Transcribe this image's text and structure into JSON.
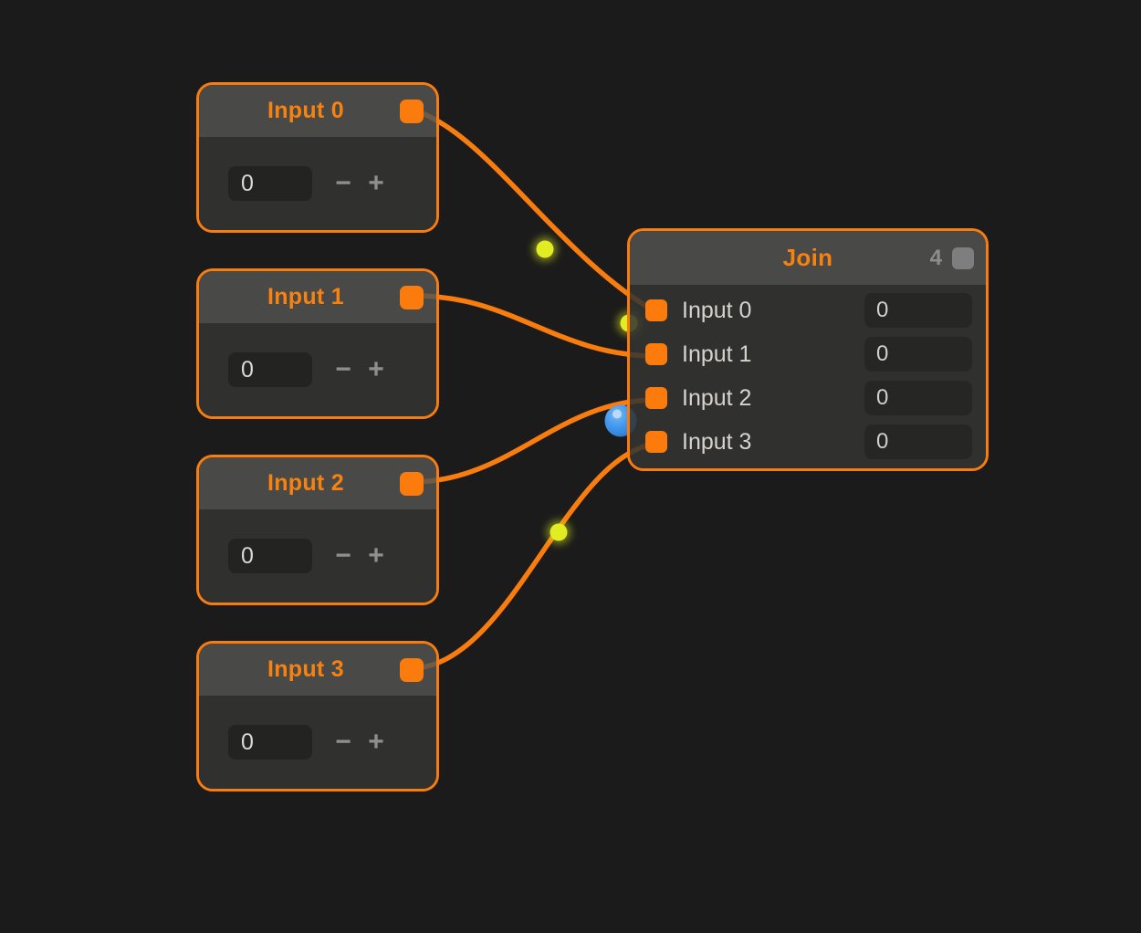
{
  "canvas": {
    "background_color": "#1b1b1b",
    "accent_color": "#f97c0e"
  },
  "input_nodes": [
    {
      "title": "Input 0",
      "value": "0",
      "decrement_label": "−",
      "increment_label": "+"
    },
    {
      "title": "Input 1",
      "value": "0",
      "decrement_label": "−",
      "increment_label": "+"
    },
    {
      "title": "Input 2",
      "value": "0",
      "decrement_label": "−",
      "increment_label": "+"
    },
    {
      "title": "Input 3",
      "value": "0",
      "decrement_label": "−",
      "increment_label": "+"
    }
  ],
  "join_node": {
    "title": "Join",
    "input_count": "4",
    "rows": [
      {
        "label": "Input 0",
        "value": "0"
      },
      {
        "label": "Input 1",
        "value": "0"
      },
      {
        "label": "Input 2",
        "value": "0"
      },
      {
        "label": "Input 3",
        "value": "0"
      }
    ],
    "colors": {
      "connected_port": "#fb7c0c",
      "idle_port": "#7e7e7e"
    }
  },
  "decorations": {
    "wire_color": "#f97c0e",
    "pulse_dot_color": "#e2ec22",
    "cursor_orb_color": "#3f97ef"
  }
}
